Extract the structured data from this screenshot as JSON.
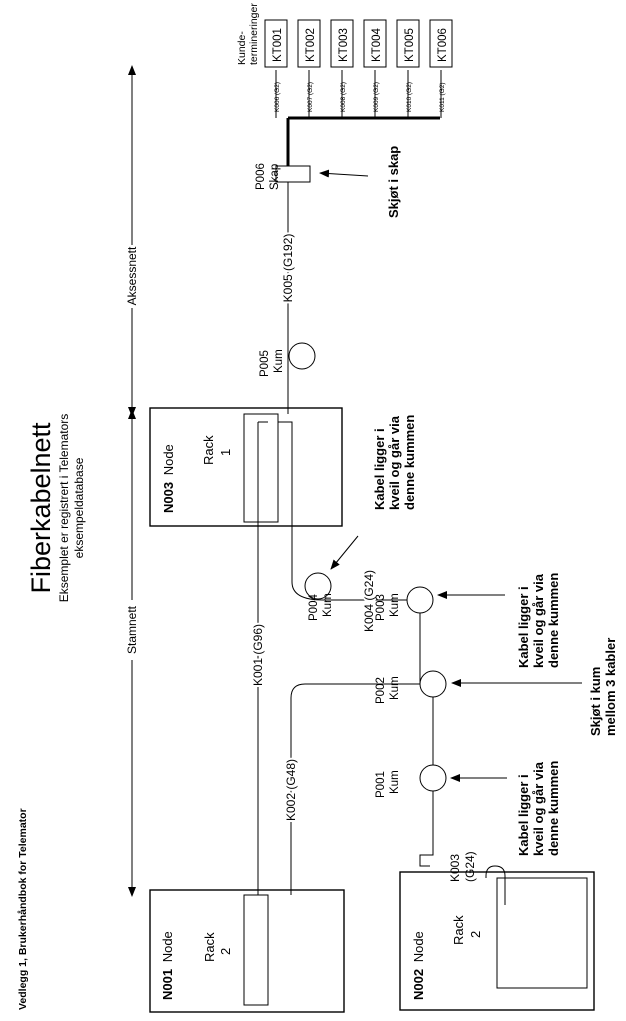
{
  "doc": {
    "header": "Vedlegg 1, Brukerhåndbok for Telemator",
    "title": "Fiberkabelnett",
    "subtitle1": "Eksemplet er registrert i Telemators",
    "subtitle2": "eksempeldatabase"
  },
  "sections": {
    "stamnett": "Stamnett",
    "aksessnett": "Aksessnett"
  },
  "nodes": [
    {
      "id": "N001",
      "suffix": "Node",
      "rack1": "Rack",
      "rack2": "2"
    },
    {
      "id": "N002",
      "suffix": "Node",
      "rack1": "Rack",
      "rack2": "2"
    },
    {
      "id": "N003",
      "suffix": "Node",
      "rack1": "Rack",
      "rack2": "1"
    }
  ],
  "points": {
    "p001": {
      "id": "P001",
      "type": "Kum"
    },
    "p002": {
      "id": "P002",
      "type": "Kum"
    },
    "p003": {
      "id": "P003",
      "type": "Kum"
    },
    "p004": {
      "id": "P004",
      "type": "Kum"
    },
    "p005": {
      "id": "P005",
      "type": "Kum"
    },
    "p006": {
      "id": "P006",
      "type": "Skap"
    }
  },
  "cables": {
    "k001": "K001 (G96)",
    "k002": "K002 (G48)",
    "k003a": "K003",
    "k003b": "(G24)",
    "k004": "K004 (G24)",
    "k005": "K005 (G192)"
  },
  "drops": [
    "K006 (G2)",
    "K007 (G2)",
    "K008 (G2)",
    "K009 (G2)",
    "K010 (G2)",
    "K011 (G2)"
  ],
  "terminations": {
    "label1": "Kunde-",
    "label2": "termineringer",
    "items": [
      "KT001",
      "KT002",
      "KT003",
      "KT004",
      "KT005",
      "KT006"
    ]
  },
  "annotations": {
    "coil": [
      "Kabel ligger i",
      "kveil og går via",
      "denne kummen"
    ],
    "splice_kum": [
      "Skjøt i kum",
      "mellom 3 kabler"
    ],
    "splice_skap": "Skjøt i skap"
  }
}
